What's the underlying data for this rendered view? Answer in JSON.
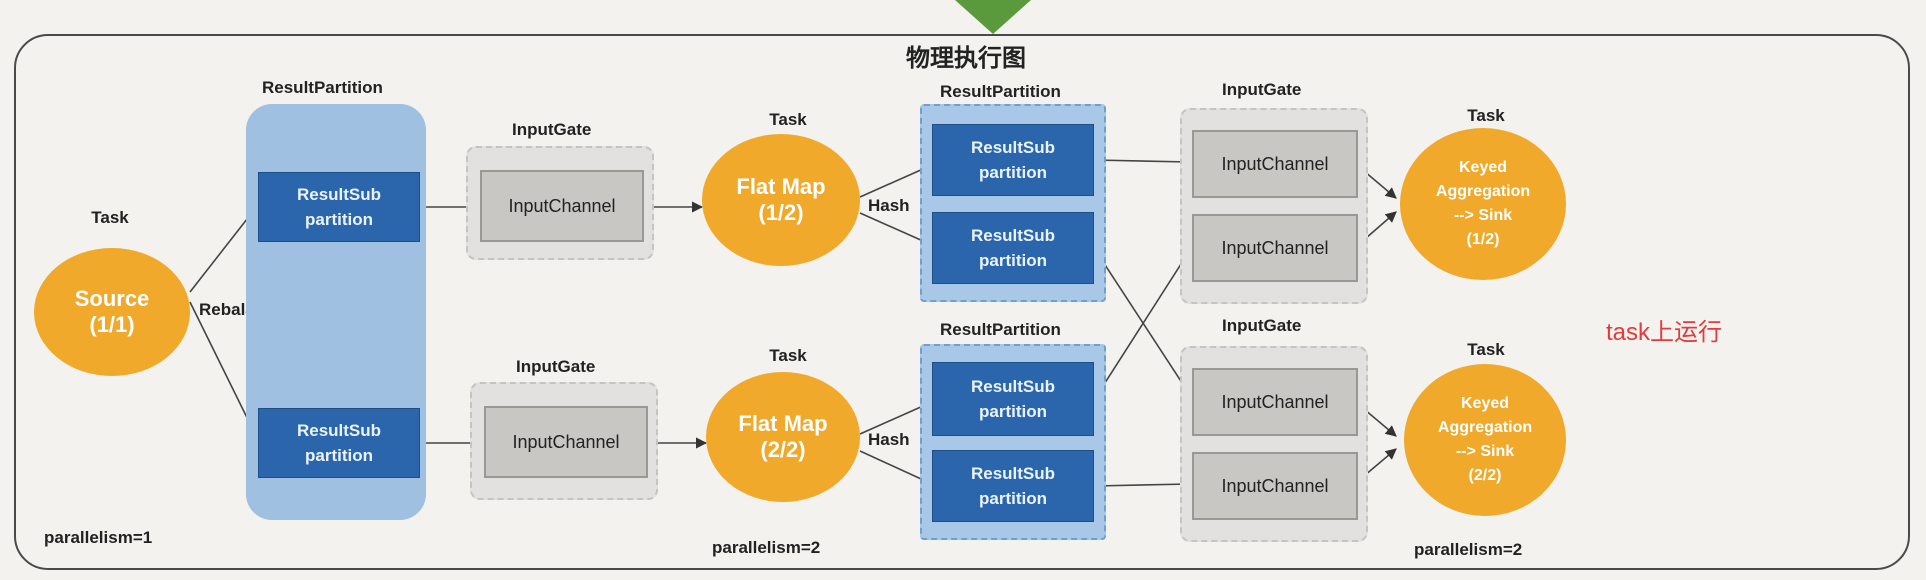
{
  "title": "物理执行图",
  "note": "task上运行",
  "labels": {
    "task": "Task",
    "result_partition": "ResultPartition",
    "input_gate": "InputGate",
    "rebalance": "Rebalance",
    "hash": "Hash"
  },
  "nodes": {
    "source": [
      "Source",
      "(1/1)"
    ],
    "flatmap_1": [
      "Flat Map",
      "(1/2)"
    ],
    "flatmap_2": [
      "Flat Map",
      "(2/2)"
    ],
    "keyed_1": [
      "Keyed",
      "Aggregation",
      "--> Sink",
      "(1/2)"
    ],
    "keyed_2": [
      "Keyed",
      "Aggregation",
      "--> Sink",
      "(2/2)"
    ]
  },
  "subpartition": [
    "ResultSub",
    "partition"
  ],
  "input_channel": "InputChannel",
  "parallelism": {
    "source": "parallelism=1",
    "flatmap": "parallelism=2",
    "keyed": "parallelism=2"
  },
  "colors": {
    "task": "#f0a92a",
    "subpartition": "#2b66ad",
    "result_partition_bg": "#9fc0e0",
    "input_gate_bg": "#e2e1df",
    "note": "#e23b3b",
    "top_arrow": "#5b9a3c"
  }
}
